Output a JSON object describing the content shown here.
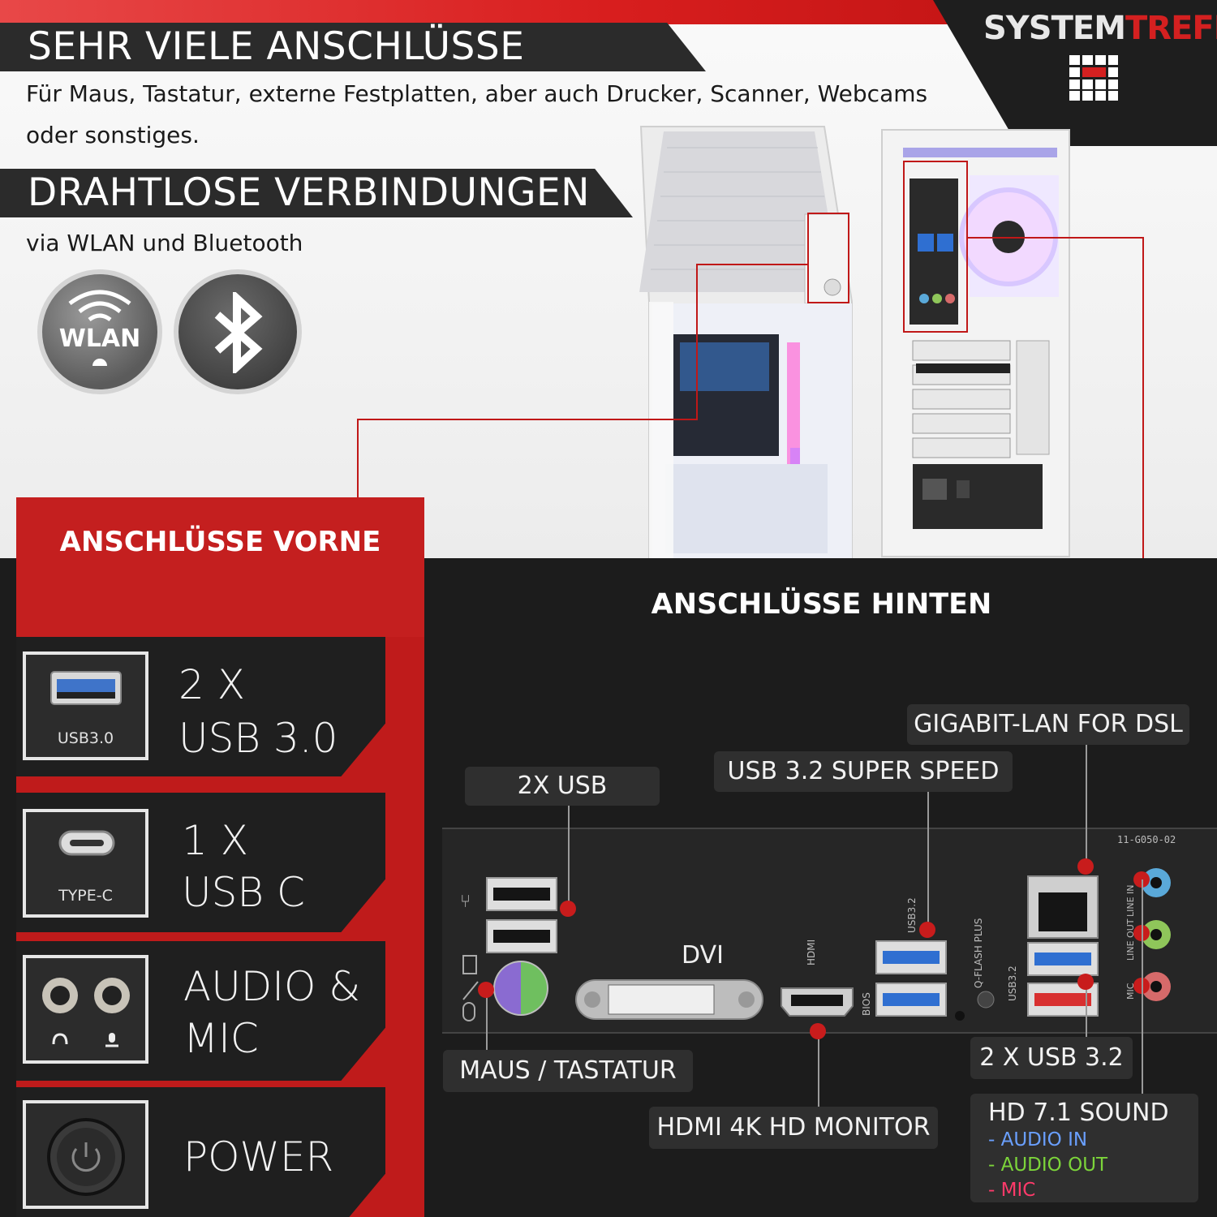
{
  "logo": {
    "part1": "SYSTEM",
    "part2": "TREFF"
  },
  "header": {
    "anschluesse_title": "SEHR VIELE ANSCHLÜSSE",
    "anschluesse_desc": "Für Maus, Tastatur, externe Festplatten, aber auch Drucker, Scanner, Webcams oder sonstiges.",
    "drahtlos_title": "DRAHTLOSE VERBINDUNGEN",
    "drahtlos_desc": "via WLAN und Bluetooth",
    "wlan_badge": "WLAN"
  },
  "front": {
    "title": "ANSCHLÜSSE VORNE",
    "items": [
      {
        "icon": "usb-port-icon",
        "icon_label": "USB3.0",
        "line1": "2 X",
        "line2": "USB 3.0"
      },
      {
        "icon": "usb-c-port-icon",
        "icon_label": "TYPE-C",
        "line1": "1 X",
        "line2": "USB C"
      },
      {
        "icon": "audio-jacks-icon",
        "icon_label": "",
        "line1": "AUDIO &",
        "line2": "MIC"
      },
      {
        "icon": "power-button-icon",
        "icon_label": "",
        "line1": "POWER",
        "line2": ""
      }
    ]
  },
  "back": {
    "title": "ANSCHLÜSSE HINTEN",
    "tags": {
      "usb2": "2X USB",
      "usb32_super": "USB 3.2 SUPER SPEED",
      "lan": "GIGABIT-LAN FOR DSL",
      "maus": "MAUS / TASTATUR",
      "hdmi": "HDMI 4K HD MONITOR",
      "usb32_two": "2 X USB 3.2"
    },
    "sound": {
      "title": "HD 7.1 SOUND",
      "audio_in": "- AUDIO IN",
      "audio_out": "- AUDIO OUT",
      "mic": "- MIC"
    },
    "panel_labels": {
      "dvi": "DVI",
      "hdmi": "HDMI",
      "usb32_a": "USB3.2",
      "usb32_b": "USB3.2",
      "bios": "BIOS",
      "qflash": "Q-FLASH PLUS",
      "line_in": "LINE IN",
      "line_out": "LINE OUT",
      "mic": "MIC",
      "part": "11-G050-02"
    },
    "colors": {
      "line_in": "#5aa9d9",
      "line_out": "#8fc65a",
      "mic": "#d66a6a",
      "usb3": "#2f6fd1",
      "usb_red": "#d83030",
      "ps2": "#8a6bd1"
    }
  },
  "colors": {
    "accent_red": "#c41f1f",
    "dark": "#1c1c1c",
    "audio_in": "#6aa0ff",
    "audio_out": "#7cd43a",
    "mic": "#ff3a6a"
  }
}
